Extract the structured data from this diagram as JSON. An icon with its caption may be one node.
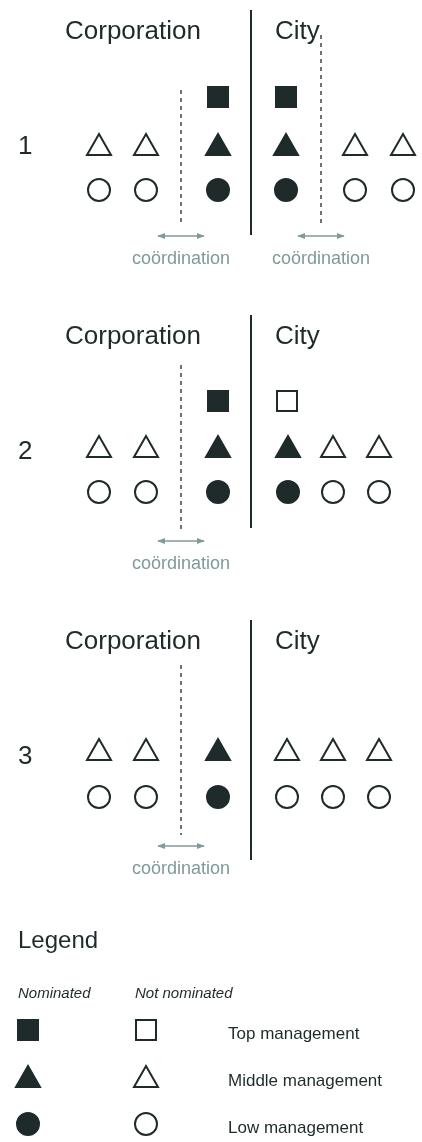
{
  "diagram": {
    "labels": [
      "Corporation",
      "City",
      "1",
      "coördination",
      "coördination",
      "Corporation",
      "City",
      "2",
      "coördination",
      "Corporation",
      "City",
      "3",
      "coördination",
      "Legend",
      "Nominated",
      "Not nominated"
    ],
    "legend": [
      {
        "text": "Top management"
      },
      {
        "text": "Middle management"
      },
      {
        "text": "Low management"
      }
    ]
  }
}
